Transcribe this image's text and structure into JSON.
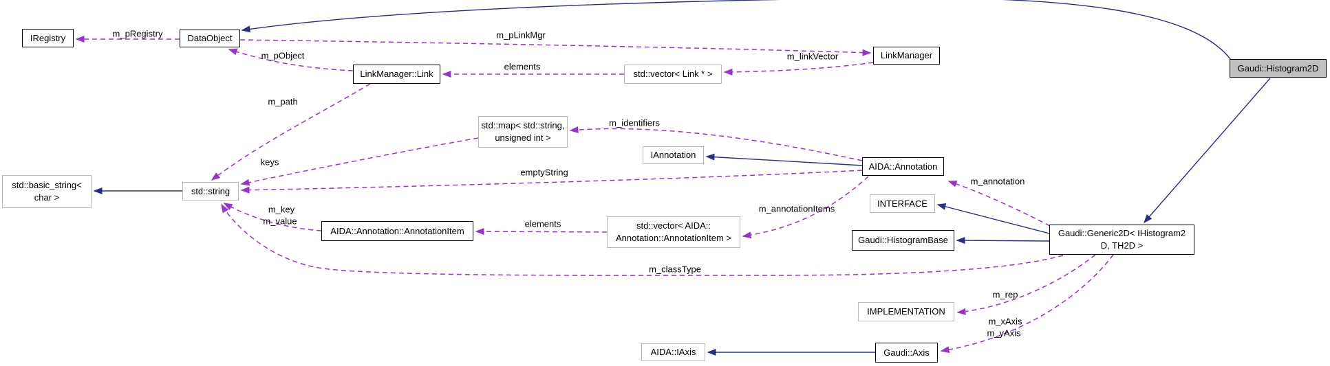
{
  "diagram": {
    "kind": "doxygen-collaboration-graph",
    "focus_class": "Gaudi::Histogram2D",
    "colors": {
      "inheritance_edge": "#272e8a",
      "usage_edge": "#9a32cd",
      "highlight_fill": "#bfbfbf",
      "main_border": "#000000",
      "helper_border": "#b9b9b9",
      "background": "#ffffff"
    },
    "nodes": {
      "iregistry": {
        "label": "IRegistry"
      },
      "dataobject": {
        "label": "DataObject"
      },
      "linkmanager_link": {
        "label": "LinkManager::Link"
      },
      "vector_link": {
        "label": "std::vector< Link * >"
      },
      "linkmanager": {
        "label": "LinkManager"
      },
      "histogram2d": {
        "label": "Gaudi::Histogram2D"
      },
      "map_string_int": {
        "line1": "std::map< std::string,",
        "line2": "unsigned int >"
      },
      "iannotation": {
        "label": "IAnnotation"
      },
      "aida_annotation": {
        "label": "AIDA::Annotation"
      },
      "basic_string": {
        "line1": "std::basic_string<",
        "line2": "char >"
      },
      "std_string": {
        "label": "std::string"
      },
      "interface": {
        "label": "INTERFACE"
      },
      "annotationitem": {
        "label": "AIDA::Annotation::AnnotationItem"
      },
      "vector_annotationitem": {
        "line1": "std::vector< AIDA::",
        "line2": "Annotation::AnnotationItem >"
      },
      "histogrambase": {
        "label": "Gaudi::HistogramBase"
      },
      "generic2d": {
        "line1": "Gaudi::Generic2D< IHistogram2",
        "line2": "D, TH2D >"
      },
      "implementation": {
        "label": "IMPLEMENTATION"
      },
      "aida_iaxis": {
        "label": "AIDA::IAxis"
      },
      "gaudi_axis": {
        "label": "Gaudi::Axis"
      }
    },
    "edge_labels": {
      "m_pRegistry": "m_pRegistry",
      "m_pObject": "m_pObject",
      "m_pLinkMgr": "m_pLinkMgr",
      "m_linkVector": "m_linkVector",
      "elements_top": "elements",
      "m_path": "m_path",
      "m_identifiers": "m_identifiers",
      "keys": "keys",
      "emptyString": "emptyString",
      "m_annotation": "m_annotation",
      "m_key": "m_key",
      "m_value": "m_value",
      "elements_bottom": "elements",
      "m_annotationItems": "m_annotationItems",
      "m_classType": "m_classType",
      "m_rep": "m_rep",
      "m_xAxis": "m_xAxis",
      "m_yAxis": "m_yAxis"
    },
    "edges": [
      {
        "from": "DataObject",
        "to": "IRegistry",
        "label": "m_pRegistry",
        "type": "usage"
      },
      {
        "from": "DataObject",
        "to": "LinkManager",
        "label": "m_pLinkMgr",
        "type": "usage"
      },
      {
        "from": "LinkManager",
        "to": "std::vector< Link * >",
        "label": "m_linkVector",
        "type": "usage"
      },
      {
        "from": "std::vector< Link * >",
        "to": "LinkManager::Link",
        "label": "elements",
        "type": "usage"
      },
      {
        "from": "LinkManager::Link",
        "to": "DataObject",
        "label": "m_pObject",
        "type": "usage"
      },
      {
        "from": "LinkManager::Link",
        "to": "std::string",
        "label": "m_path",
        "type": "usage"
      },
      {
        "from": "std::map< std::string, unsigned int >",
        "to": "std::string",
        "label": "keys",
        "type": "usage"
      },
      {
        "from": "AIDA::Annotation",
        "to": "std::map< std::string, unsigned int >",
        "label": "m_identifiers",
        "type": "usage"
      },
      {
        "from": "AIDA::Annotation",
        "to": "std::string",
        "label": "emptyString",
        "type": "usage"
      },
      {
        "from": "AIDA::Annotation",
        "to": "IAnnotation",
        "label": "",
        "type": "inheritance"
      },
      {
        "from": "AIDA::Annotation",
        "to": "std::vector< AIDA::Annotation::AnnotationItem >",
        "label": "m_annotationItems",
        "type": "usage"
      },
      {
        "from": "std::vector< AIDA::Annotation::AnnotationItem >",
        "to": "AIDA::Annotation::AnnotationItem",
        "label": "elements",
        "type": "usage"
      },
      {
        "from": "AIDA::Annotation::AnnotationItem",
        "to": "std::string",
        "label": "m_key m_value",
        "type": "usage"
      },
      {
        "from": "std::string",
        "to": "std::basic_string< char >",
        "label": "",
        "type": "inheritance"
      },
      {
        "from": "Gaudi::Histogram2D",
        "to": "DataObject",
        "label": "",
        "type": "inheritance"
      },
      {
        "from": "Gaudi::Histogram2D",
        "to": "Gaudi::Generic2D< IHistogram2D, TH2D >",
        "label": "",
        "type": "inheritance"
      },
      {
        "from": "Gaudi::Generic2D< IHistogram2D, TH2D >",
        "to": "INTERFACE",
        "label": "",
        "type": "inheritance"
      },
      {
        "from": "Gaudi::Generic2D< IHistogram2D, TH2D >",
        "to": "Gaudi::HistogramBase",
        "label": "",
        "type": "inheritance"
      },
      {
        "from": "Gaudi::Generic2D< IHistogram2D, TH2D >",
        "to": "AIDA::Annotation",
        "label": "m_annotation",
        "type": "usage"
      },
      {
        "from": "Gaudi::Generic2D< IHistogram2D, TH2D >",
        "to": "std::string",
        "label": "m_classType",
        "type": "usage"
      },
      {
        "from": "Gaudi::Generic2D< IHistogram2D, TH2D >",
        "to": "IMPLEMENTATION",
        "label": "m_rep",
        "type": "usage"
      },
      {
        "from": "Gaudi::Generic2D< IHistogram2D, TH2D >",
        "to": "Gaudi::Axis",
        "label": "m_xAxis m_yAxis",
        "type": "usage"
      },
      {
        "from": "Gaudi::Axis",
        "to": "AIDA::IAxis",
        "label": "",
        "type": "inheritance"
      }
    ]
  }
}
